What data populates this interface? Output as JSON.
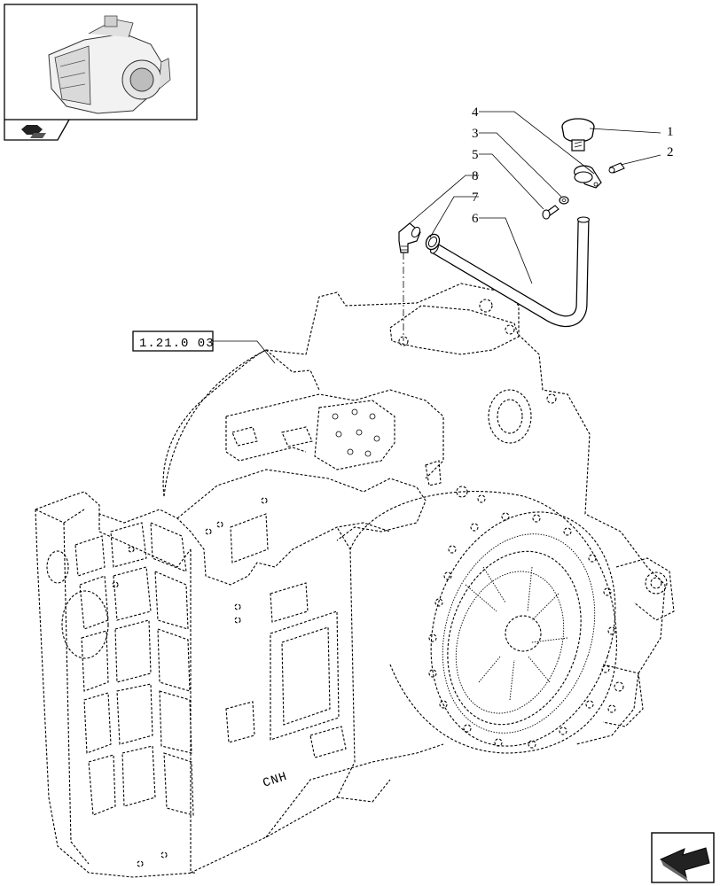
{
  "diagram": {
    "reference_label": "1.21.0 03",
    "callouts": [
      {
        "id": "c1",
        "text": "1"
      },
      {
        "id": "c2",
        "text": "2"
      },
      {
        "id": "c3",
        "text": "3"
      },
      {
        "id": "c4",
        "text": "4"
      },
      {
        "id": "c5",
        "text": "5"
      },
      {
        "id": "c6",
        "text": "6"
      },
      {
        "id": "c7",
        "text": "7"
      },
      {
        "id": "c8",
        "text": "8"
      }
    ],
    "housing_text": "CNH"
  },
  "icons": {
    "thumbnail": "housing-thumbnail-icon",
    "book": "book-icon",
    "next": "next-page-arrow-icon"
  }
}
